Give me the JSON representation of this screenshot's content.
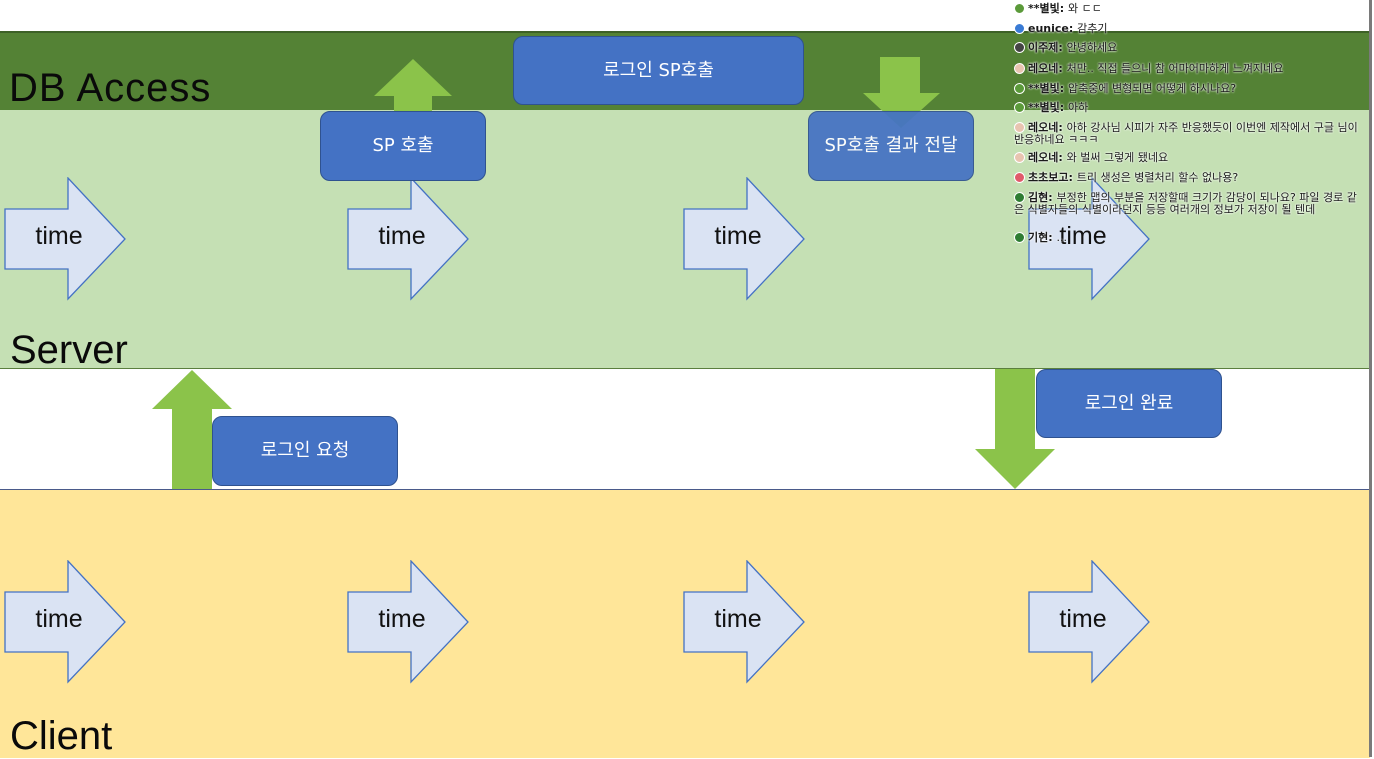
{
  "lanes": {
    "db": "DB Access",
    "server": "Server",
    "client": "Client"
  },
  "time_label": "time",
  "boxes": {
    "login_sp_call": "로그인 SP호출",
    "sp_call": "SP 호출",
    "sp_result": "SP호출 결과 전달",
    "login_complete": "로그인 완료",
    "login_request": "로그인 요청"
  },
  "colors": {
    "db_lane": "#548235",
    "server_lane": "#c5e0b4",
    "client_lane": "#ffe699",
    "process_box": "#4472c4",
    "flow_arrow": "#8bc34a",
    "time_arrow": "#dae3f3"
  },
  "chat": [
    {
      "user": "**별빛",
      "message": "와 ㄷㄷ",
      "avatar_color": "#5b9a3a"
    },
    {
      "user": "eunice",
      "message": "감추기",
      "avatar_color": "#3a7bd5"
    },
    {
      "user": "이주제",
      "message": "안녕하세요",
      "avatar_color": "#444444"
    },
    {
      "user": "레오네",
      "message": "처만.. 직접 들으니 참 어마어마하게 느껴지네요",
      "avatar_color": "#e8c4b0"
    },
    {
      "user": "**별빛",
      "message": "압축중에 변형되면 어떻게 하시나요?",
      "avatar_color": "#5b9a3a"
    },
    {
      "user": "**별빛",
      "message": "아하",
      "avatar_color": "#5b9a3a"
    },
    {
      "user": "레오네",
      "message": "아하 강사님 시피가 자주 반응했듯이 이번엔 제작에서 구글 님이 반응하네요 ㅋㅋㅋ",
      "avatar_color": "#e8c4b0"
    },
    {
      "user": "레오네",
      "message": "와 벌써 그렇게 됐네요",
      "avatar_color": "#e8c4b0"
    },
    {
      "user": "초초보고",
      "message": "트리 생성은 병렬처리 할수 없나용?",
      "avatar_color": "#e05a6a"
    },
    {
      "user": "김현",
      "message": "부정한 맵의 부분을 저장할때 크기가 감당이 되나요? 파일 경로 같은 식별자들의 식별이라던지 등등 여러개의 정보가 저장이 될 텐데",
      "avatar_color": "#2e7d32"
    },
    {
      "user": "기현",
      "message": "...",
      "avatar_color": "#2e7d32"
    }
  ]
}
